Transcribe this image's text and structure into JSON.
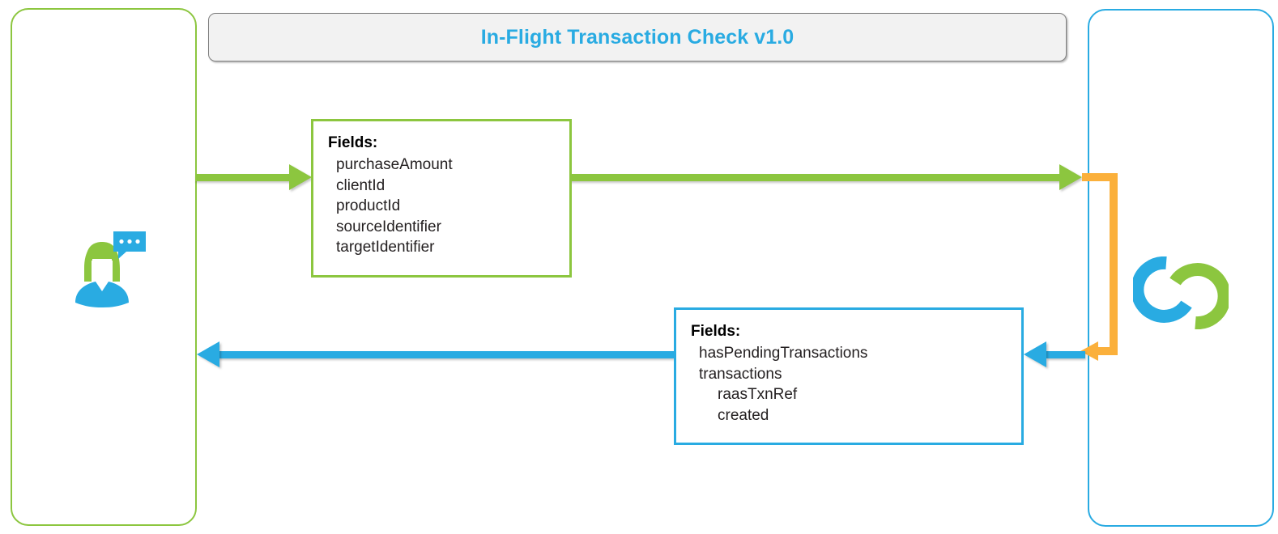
{
  "header": {
    "title": "In-Flight Transaction Check v1.0"
  },
  "lanes": [
    {
      "name": "customer-lane",
      "icon": "customer-chat-icon",
      "color": "#8CC63F"
    },
    {
      "name": "service-lane",
      "icon": "service-loop-logo",
      "color": "#29ABE2"
    }
  ],
  "request": {
    "label": "Fields:",
    "fields": [
      "purchaseAmount",
      "clientId",
      "productId",
      "sourceIdentifier",
      "targetIdentifier"
    ],
    "color": "#8CC63F"
  },
  "response": {
    "label": "Fields:",
    "fields": [
      {
        "text": "hasPendingTransactions",
        "level": 1
      },
      {
        "text": "transactions",
        "level": 1
      },
      {
        "text": "raasTxnRef",
        "level": 2
      },
      {
        "text": "created",
        "level": 2
      }
    ],
    "color": "#29ABE2"
  },
  "connectors": {
    "request_arrow_color": "#8CC63F",
    "response_arrow_color": "#29ABE2",
    "internal_loop_color": "#FBB03B"
  },
  "colors": {
    "green": "#8CC63F",
    "blue": "#29ABE2",
    "orange": "#FBB03B",
    "title_bar_bg": "#F2F2F2",
    "title_bar_border": "#7F7F7F",
    "text": "#231F20"
  }
}
